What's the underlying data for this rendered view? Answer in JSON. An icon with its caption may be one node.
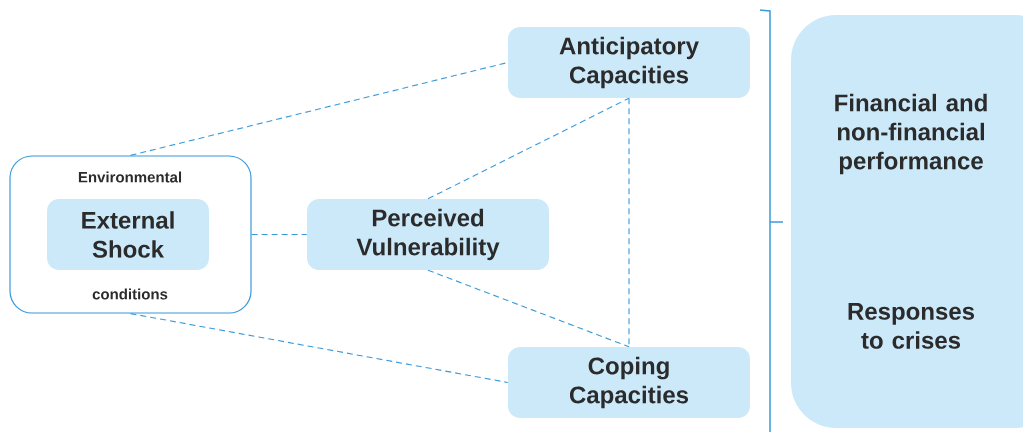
{
  "diagram": {
    "nodes": [
      {
        "text": [
          "Environmental",
          "conditions"
        ]
      },
      {
        "text": [
          "External Shock"
        ],
        "in": 0
      },
      {
        "text": [
          "Perceived Vulnerability"
        ]
      },
      {
        "text": [
          "Anticipatory Capacities"
        ]
      },
      {
        "text": [
          "Coping Capacities"
        ]
      },
      {
        "text": [
          "Financial and non-financial performance",
          "Responses to crises"
        ]
      }
    ],
    "edges": [
      {
        "from": 0,
        "to": 3,
        "arrow": "none",
        "style": "dashed"
      },
      {
        "from": 0,
        "to": 2,
        "arrow": "none",
        "style": "dashed"
      },
      {
        "from": 0,
        "to": 4,
        "arrow": "none",
        "style": "dashed"
      },
      {
        "from": 2,
        "to": 3,
        "arrow": "none",
        "style": "dashed"
      },
      {
        "from": 2,
        "to": 4,
        "arrow": "none",
        "style": "dashed"
      },
      {
        "from": 3,
        "to": 4,
        "arrow": "none",
        "style": "dashed"
      }
    ]
  }
}
